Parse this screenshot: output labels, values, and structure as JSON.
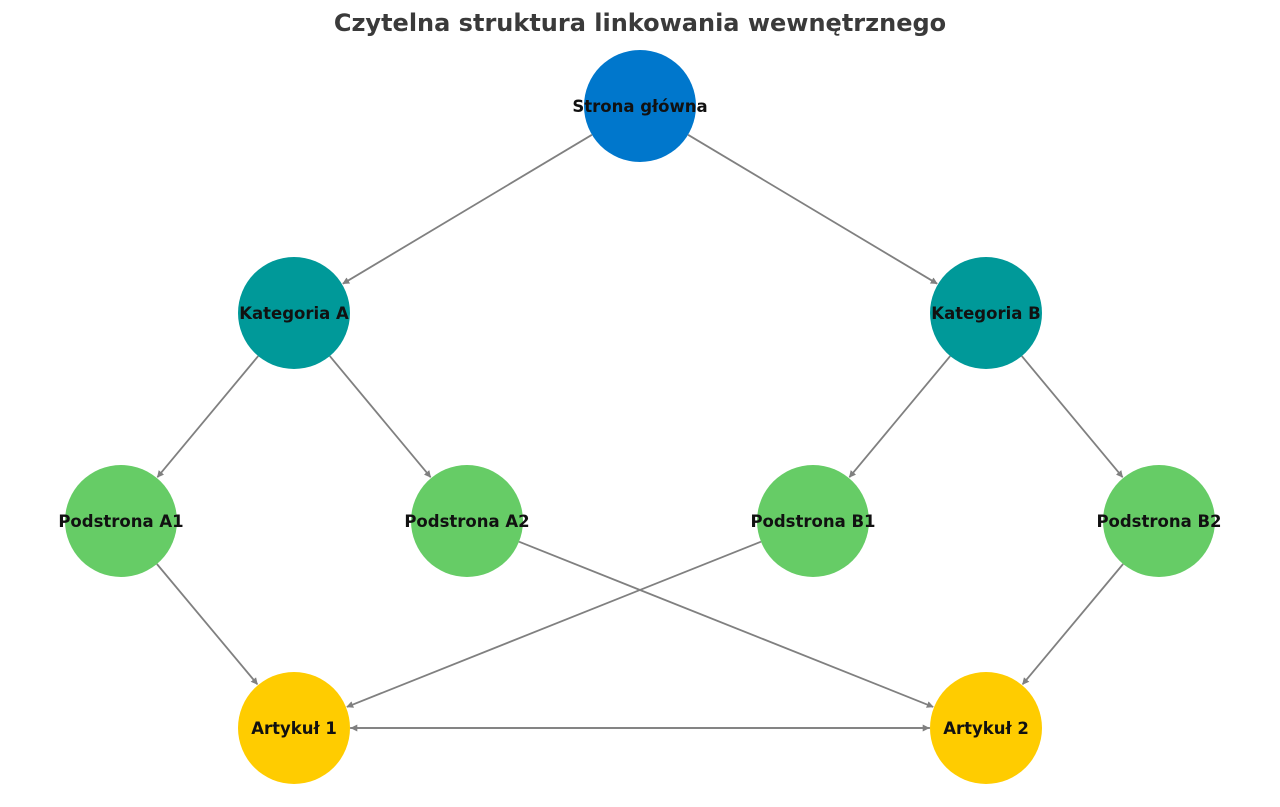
{
  "title": "Czytelna struktura linkowania wewnętrznego",
  "colors": {
    "home": "#0077cc",
    "category": "#009999",
    "subpage": "#66cc66",
    "article": "#ffcc00",
    "edge": "#808080",
    "title": "#3a3a3a"
  },
  "nodes": [
    {
      "id": "home",
      "label": "Strona główna",
      "level": "home"
    },
    {
      "id": "catA",
      "label": "Kategoria A",
      "level": "category"
    },
    {
      "id": "catB",
      "label": "Kategoria B",
      "level": "category"
    },
    {
      "id": "subA1",
      "label": "Podstrona A1",
      "level": "subpage"
    },
    {
      "id": "subA2",
      "label": "Podstrona A2",
      "level": "subpage"
    },
    {
      "id": "subB1",
      "label": "Podstrona B1",
      "level": "subpage"
    },
    {
      "id": "subB2",
      "label": "Podstrona B2",
      "level": "subpage"
    },
    {
      "id": "art1",
      "label": "Artykuł 1",
      "level": "article"
    },
    {
      "id": "art2",
      "label": "Artykuł 2",
      "level": "article"
    }
  ],
  "edges": [
    {
      "from": "home",
      "to": "catA"
    },
    {
      "from": "home",
      "to": "catB"
    },
    {
      "from": "catA",
      "to": "subA1"
    },
    {
      "from": "catA",
      "to": "subA2"
    },
    {
      "from": "catB",
      "to": "subB1"
    },
    {
      "from": "catB",
      "to": "subB2"
    },
    {
      "from": "subA1",
      "to": "art1"
    },
    {
      "from": "subB1",
      "to": "art1"
    },
    {
      "from": "subA2",
      "to": "art2"
    },
    {
      "from": "subB2",
      "to": "art2"
    },
    {
      "from": "art1",
      "to": "art2"
    },
    {
      "from": "art2",
      "to": "art1"
    }
  ]
}
